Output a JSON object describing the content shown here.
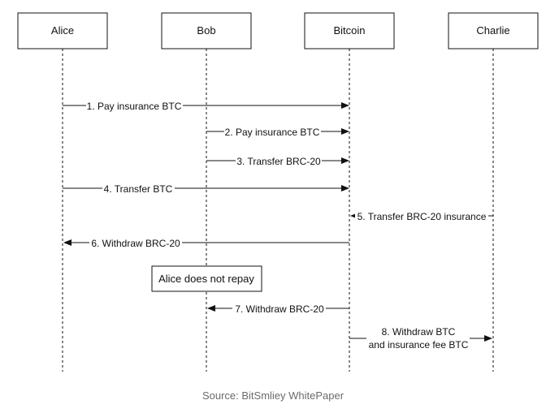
{
  "participants": [
    {
      "id": "alice",
      "label": "Alice"
    },
    {
      "id": "bob",
      "label": "Bob"
    },
    {
      "id": "bitcoin",
      "label": "Bitcoin"
    },
    {
      "id": "charlie",
      "label": "Charlie"
    }
  ],
  "messages": [
    {
      "from": "alice",
      "to": "bitcoin",
      "label": "1. Pay insurance BTC"
    },
    {
      "from": "bob",
      "to": "bitcoin",
      "label": "2. Pay insurance BTC"
    },
    {
      "from": "bob",
      "to": "bitcoin",
      "label": "3. Transfer BRC-20"
    },
    {
      "from": "alice",
      "to": "bitcoin",
      "label": "4. Transfer BTC"
    },
    {
      "from": "charlie",
      "to": "bitcoin",
      "label": "5. Transfer BRC-20 insurance"
    },
    {
      "from": "bitcoin",
      "to": "alice",
      "label": "6. Withdraw BRC-20"
    },
    {
      "from": "bitcoin",
      "to": "bob",
      "label": "7. Withdraw BRC-20"
    },
    {
      "from": "bitcoin",
      "to": "charlie",
      "label_lines": [
        "8. Withdraw BTC",
        "and insurance fee BTC"
      ]
    }
  ],
  "note": {
    "label": "Alice does not repay"
  },
  "caption": "Source: BitSmliey WhitePaper"
}
